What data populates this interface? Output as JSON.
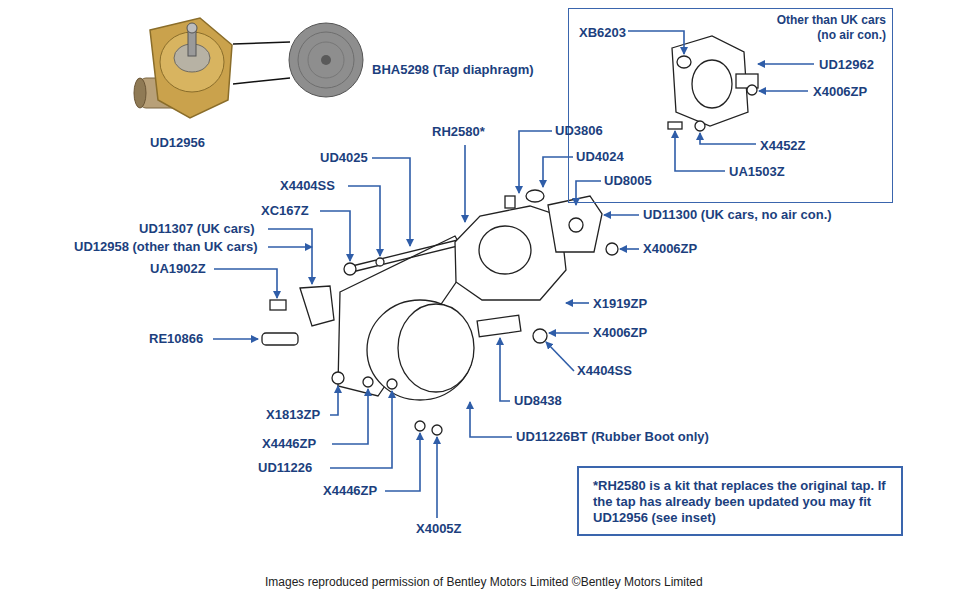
{
  "diagram": {
    "caption": "Images reproduced permission of Bentley Motors Limited ©Bentley Motors Limited",
    "nodes": [
      {
        "text": [
          "Other than UK cars (no air con.)",
          "XB6203",
          "UD12962",
          "X4006ZP",
          "X4452Z",
          "UA1503Z"
        ]
      },
      {
        "text": [
          "*RH2580 is a kit that replaces the original tap. If the tap has already been updated you may fit UD12956 (see inset)"
        ]
      }
    ],
    "labels": [
      "UD12956",
      "BHA5298 (Tap diaphragm)",
      "RH2580*",
      "UD3806",
      "UD4024",
      "UD8005",
      "UD4025",
      "X4404SS",
      "XC167Z",
      "UD11307 (UK cars)",
      "UD12958 (other than UK cars)",
      "UA1902Z",
      "RE10866",
      "UD11300 (UK cars, no air con.)",
      "X4006ZP",
      "X1919ZP",
      "X4006ZP",
      "X4404SS",
      "UD8438",
      "UD11226BT (Rubber Boot only)",
      "X1813ZP",
      "X4446ZP",
      "UD11226",
      "X4446ZP",
      "X4005Z"
    ]
  }
}
